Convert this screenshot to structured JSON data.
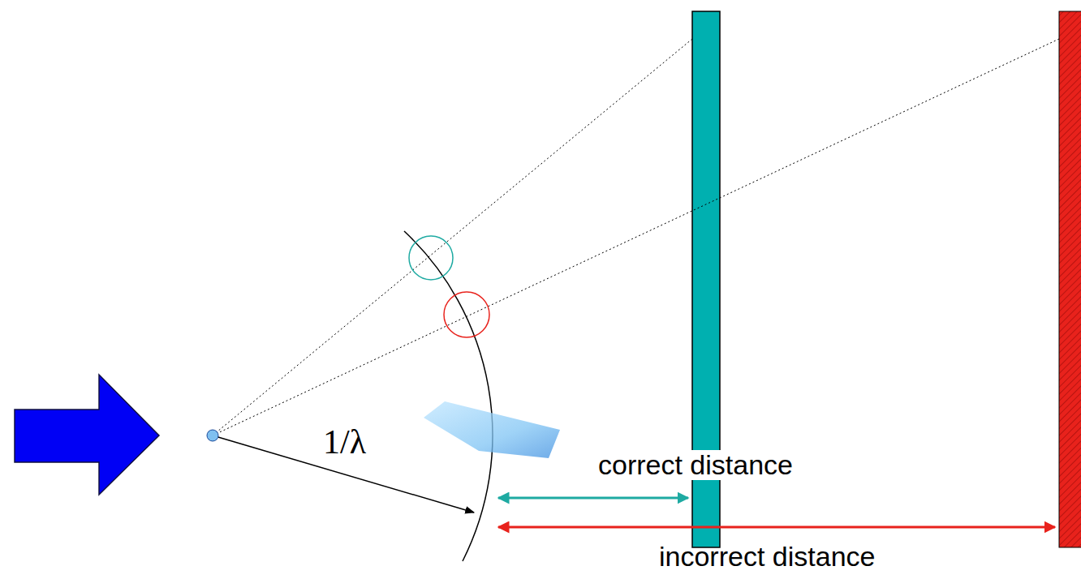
{
  "diagram": {
    "labels": [
      "1/λ",
      "correct distance",
      "incorrect distance"
    ]
  }
}
